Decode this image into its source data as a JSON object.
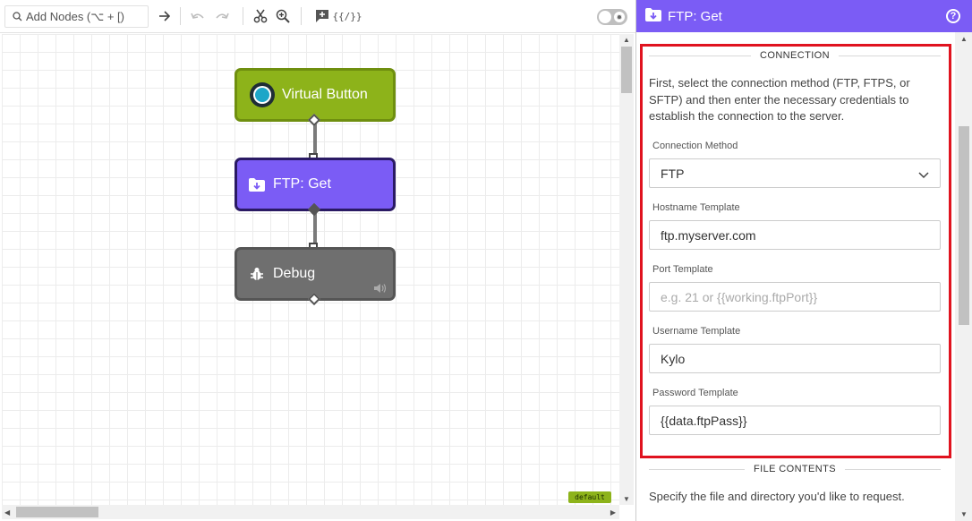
{
  "toolbar": {
    "search_placeholder": "Add Nodes (⌥ + [)",
    "icons": [
      "search-icon",
      "arrow-right-icon",
      "undo-icon",
      "redo-icon",
      "cut-icon",
      "zoom-in-icon",
      "add-comment-icon",
      "template-braces-icon",
      "theme-toggle"
    ],
    "braces_label": "{{/}}"
  },
  "canvas": {
    "nodes": [
      {
        "id": "virtual-button",
        "label": "Virtual Button",
        "color": "#8db31a"
      },
      {
        "id": "ftp-get",
        "label": "FTP: Get",
        "color": "#7b5cf5"
      },
      {
        "id": "debug",
        "label": "Debug",
        "color": "#6f6f6f"
      }
    ],
    "badge": "default"
  },
  "panel": {
    "title": "FTP: Get",
    "header_color": "#7b5cf5",
    "connection": {
      "section_title": "CONNECTION",
      "description": "First, select the connection method (FTP, FTPS, or SFTP) and then enter the necessary credentials to establish the connection to the server.",
      "method_label": "Connection Method",
      "method_value": "FTP",
      "hostname_label": "Hostname Template",
      "hostname_value": "ftp.myserver.com",
      "port_label": "Port Template",
      "port_placeholder": "e.g. 21 or {{working.ftpPort}}",
      "username_label": "Username Template",
      "username_value": "Kylo",
      "password_label": "Password Template",
      "password_value": "{{data.ftpPass}}"
    },
    "file_contents": {
      "section_title": "FILE CONTENTS",
      "description": "Specify the file and directory you'd like to request."
    }
  },
  "colors": {
    "highlight": "#e0131f"
  }
}
